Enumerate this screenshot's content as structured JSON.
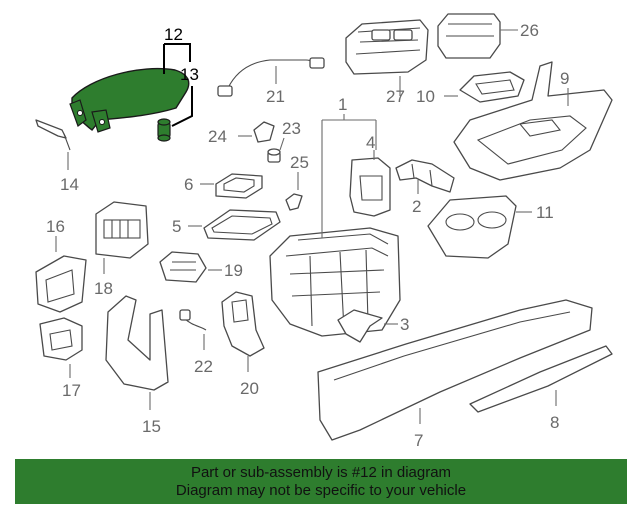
{
  "callouts": {
    "c1": "1",
    "c2": "2",
    "c3": "3",
    "c4": "4",
    "c5": "5",
    "c6": "6",
    "c7": "7",
    "c8": "8",
    "c9": "9",
    "c10": "10",
    "c11": "11",
    "c12": "12",
    "c13": "13",
    "c14": "14",
    "c15": "15",
    "c16": "16",
    "c17": "17",
    "c18": "18",
    "c19": "19",
    "c20": "20",
    "c21": "21",
    "c22": "22",
    "c23": "23",
    "c24": "24",
    "c25": "25",
    "c26": "26",
    "c27": "27"
  },
  "highlighted_part": "12",
  "banner": {
    "line1": "Part or sub-assembly is #12 in diagram",
    "line2": "Diagram may not be specific to your vehicle"
  },
  "colors": {
    "highlight": "#2e7d2e",
    "banner_background": "#2e7d2e",
    "line_art": "#4a4a4a"
  }
}
